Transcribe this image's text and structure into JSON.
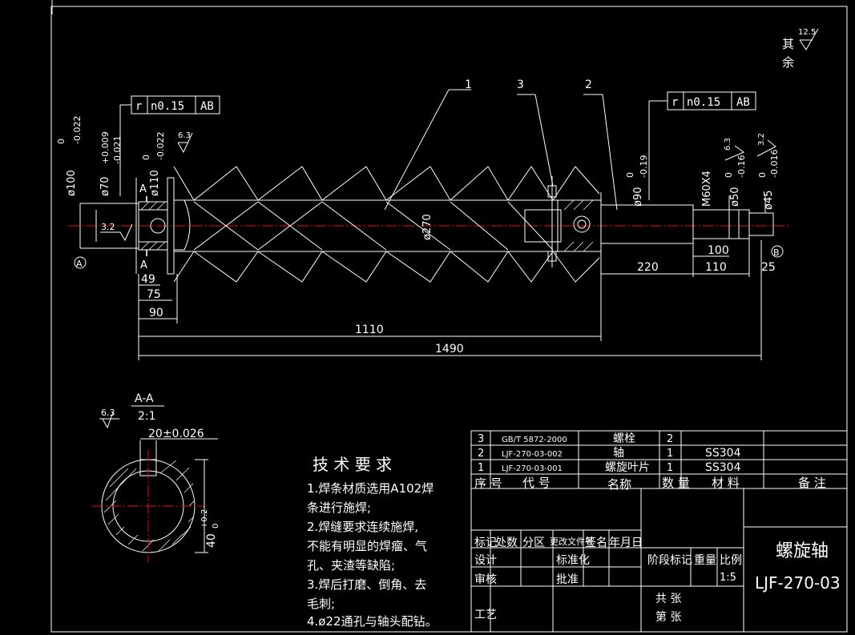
{
  "roughness": {
    "general": "12.5",
    "general_label": "其 余",
    "r1": "6.3",
    "r2": "6.3",
    "r3": "3.2",
    "r4": "3.2",
    "r5": "6.3"
  },
  "tolerance_frames": [
    {
      "sym": "r",
      "val": "n0.15",
      "ref": "AB"
    },
    {
      "sym": "r",
      "val": "n0.15",
      "ref": "AB"
    }
  ],
  "dims": {
    "d100_main": "ø100",
    "d100_tol": "0\n-0.022",
    "d70_main": "ø70",
    "d70_up": "+0.009",
    "d70_low": "-0.021",
    "d110_main": "ø110",
    "d110_up": "0",
    "d110_low": "-0.022",
    "d270": "ø270",
    "d90_main": "ø90",
    "d90_up": "0",
    "d90_low": "-0.19",
    "m60": "M60X4",
    "d50_main": "ø50",
    "d50_up": "0",
    "d50_low": "-0.16",
    "d45_main": "ø45",
    "d45_up": "0",
    "d45_low": "-0.016",
    "l49": "49",
    "l75": "75",
    "l90": "90",
    "l1110": "1110",
    "l1490": "1490",
    "l220": "220",
    "l100": "100",
    "l110": "110",
    "l25": "25",
    "rough_left": "3.2"
  },
  "labels": {
    "sec_a": "A",
    "sec_a2": "A",
    "datum_a": "A",
    "datum_b": "B",
    "part1": "1",
    "part2": "2",
    "part3": "3"
  },
  "section": {
    "title": "A-A",
    "scale": "2:1",
    "width_dim": "20±0.026",
    "height_main": "40",
    "height_tol": "+0.2\n0",
    "rough": "6.3"
  },
  "tech": {
    "title": "技 术 要 求",
    "line1": "1.焊条材质选用A102焊",
    "line1b": "条进行施焊;",
    "line2": "2.焊缝要求连续施焊,",
    "line2b": "不能有明显的焊瘤、气",
    "line2c": "孔、夹渣等缺陷;",
    "line3": "3.焊后打磨、倒角、去",
    "line3b": "毛刺;",
    "line4": "4.ø22通孔与轴头配钻。"
  },
  "bom": {
    "rows": [
      {
        "no": "3",
        "code": "GB/T 5872-2000",
        "name": "螺栓",
        "qty": "2",
        "mat": ""
      },
      {
        "no": "2",
        "code": "LJF-270-03-002",
        "name": "轴",
        "qty": "1",
        "mat": "SS304"
      },
      {
        "no": "1",
        "code": "LJF-270-03-001",
        "name": "螺旋叶片",
        "qty": "1",
        "mat": "SS304"
      }
    ],
    "hdr_no": "序 号",
    "hdr_code": "代 号",
    "hdr_name": "名称",
    "hdr_qty": "数 量",
    "hdr_mat": "材 料",
    "hdr_note": "备 注"
  },
  "title_block": {
    "name": "螺旋轴",
    "drawing_no": "LJF-270-03",
    "mark": "标记",
    "count": "处数",
    "zone": "分区",
    "doc": "更改文件号",
    "sign": "签名",
    "date": "年月日",
    "design": "设计",
    "check": "审核",
    "process": "工艺",
    "std": "标准化",
    "approve": "批准",
    "stage": "阶段标记",
    "weight": "重量",
    "scale": "比例",
    "scale_val": "1:5",
    "total": "共 张",
    "sheet": "第 张"
  }
}
